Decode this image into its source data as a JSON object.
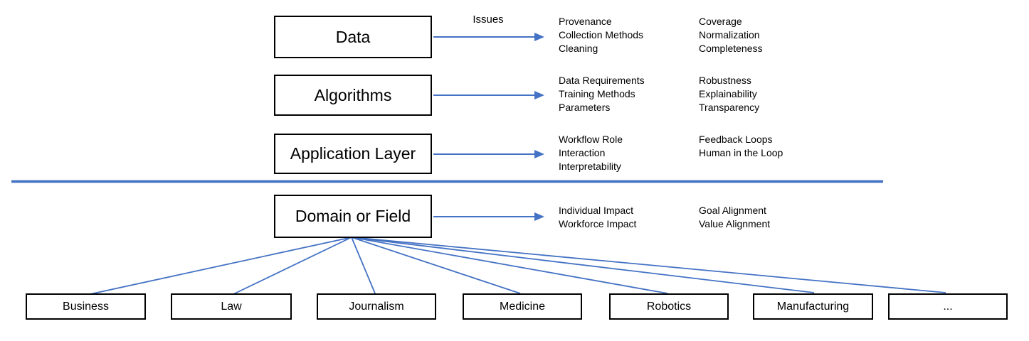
{
  "diagram": {
    "arrow_label": "Issues",
    "layers": [
      {
        "label": "Data",
        "issues": {
          "col1": [
            "Provenance",
            "Collection Methods",
            "Cleaning"
          ],
          "col2": [
            "Coverage",
            "Normalization",
            "Completeness"
          ]
        }
      },
      {
        "label": "Algorithms",
        "issues": {
          "col1": [
            "Data Requirements",
            "Training Methods",
            "Parameters"
          ],
          "col2": [
            "Robustness",
            "Explainability",
            "Transparency"
          ]
        }
      },
      {
        "label": "Application Layer",
        "issues": {
          "col1": [
            "Workflow Role",
            "Interaction",
            "Interpretability"
          ],
          "col2": [
            "Feedback Loops",
            "Human in the Loop"
          ]
        }
      },
      {
        "label": "Domain or Field",
        "issues": {
          "col1": [
            "Individual Impact",
            "Workforce Impact"
          ],
          "col2": [
            "Goal Alignment",
            "Value Alignment"
          ]
        }
      }
    ],
    "domains": [
      "Business",
      "Law",
      "Journalism",
      "Medicine",
      "Robotics",
      "Manufacturing",
      "..."
    ],
    "colors": {
      "accent_blue": "#4472C4",
      "box_border": "#000000",
      "text": "#000000"
    }
  }
}
